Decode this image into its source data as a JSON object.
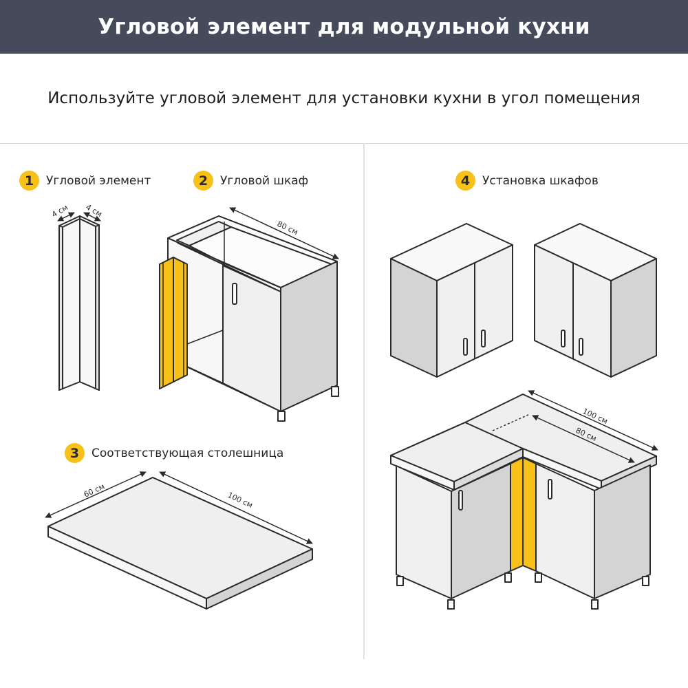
{
  "header": {
    "title": "Угловой элемент для модульной кухни"
  },
  "subtitle": "Используйте угловой элемент для установки кухни в угол помещения",
  "steps": [
    {
      "number": "1",
      "label": "Угловой элемент"
    },
    {
      "number": "2",
      "label": "Угловой шкаф"
    },
    {
      "number": "3",
      "label": "Соответствующая столешница"
    },
    {
      "number": "4",
      "label": "Установка шкафов"
    }
  ],
  "dimensions": {
    "corner_element_left": "4 см",
    "corner_element_right": "4 см",
    "cabinet_width": "80 см",
    "countertop_depth": "60 см",
    "countertop_length": "100 см",
    "install_countertop_length": "100 см",
    "install_cabinet_width": "80 см"
  },
  "colors": {
    "header_bg": "#454b5b",
    "accent_yellow": "#f7c11a",
    "panel_light": "#f0f0f0",
    "panel_side": "#d4d4d4",
    "outline": "#2b2b2b"
  }
}
